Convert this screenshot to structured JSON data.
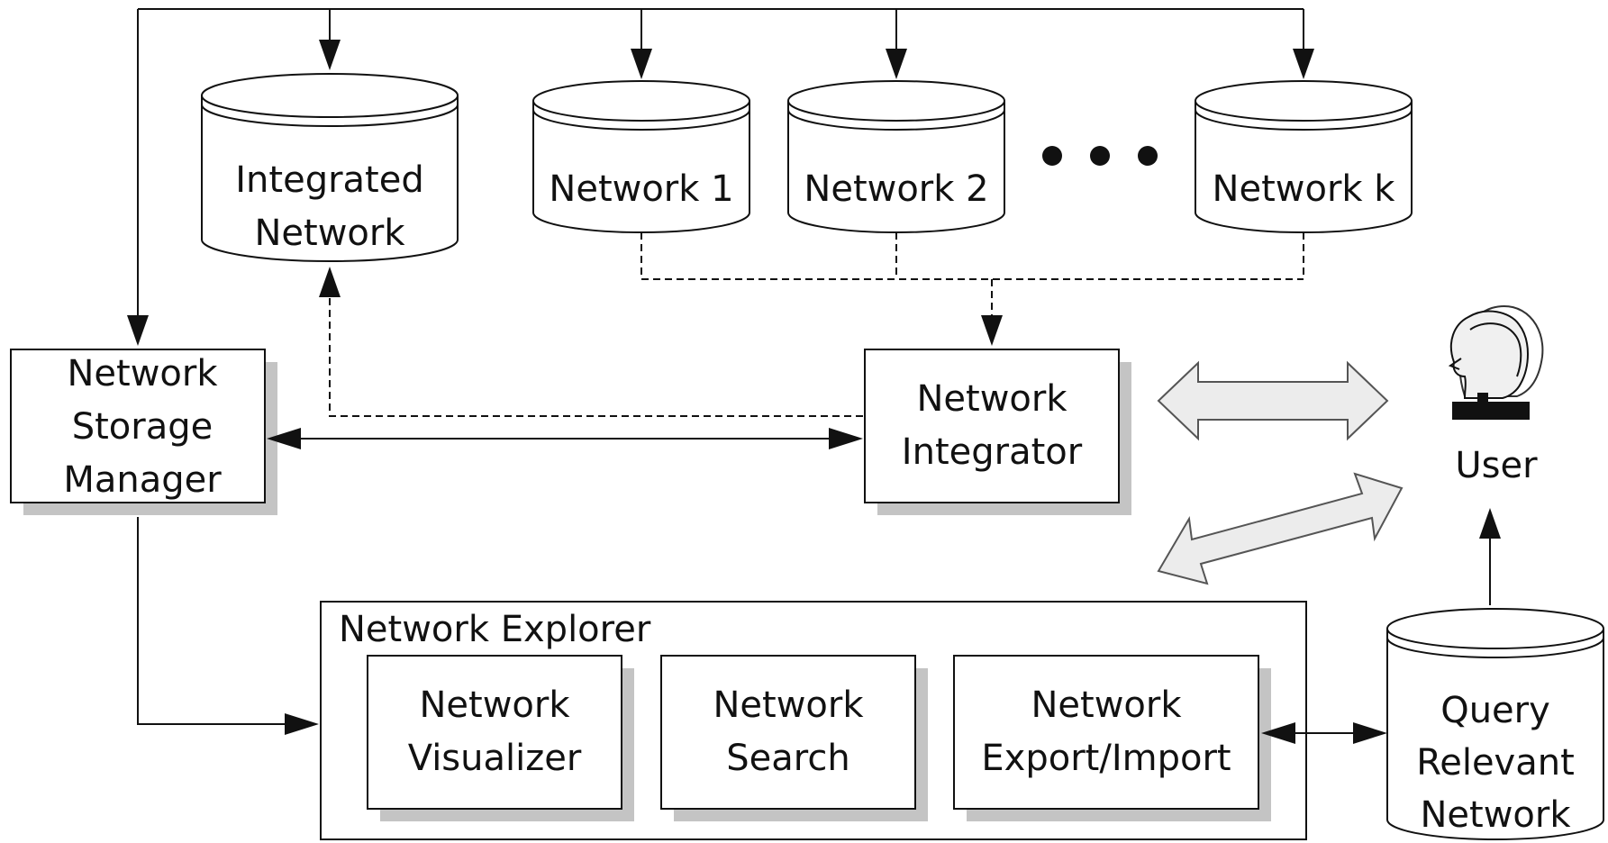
{
  "databases": {
    "integrated": [
      "Integrated",
      "Network"
    ],
    "network1": "Network 1",
    "network2": "Network 2",
    "networkk": "Network k",
    "query_relevant": [
      "Query",
      "Relevant",
      "Network"
    ]
  },
  "components": {
    "storage_manager": [
      "Network",
      "Storage",
      "Manager"
    ],
    "integrator": [
      "Network",
      "Integrator"
    ],
    "explorer_title": "Network Explorer",
    "visualizer": [
      "Network",
      "Visualizer"
    ],
    "search": [
      "Network",
      "Search"
    ],
    "export_import": [
      "Network",
      "Export/Import"
    ]
  },
  "user": {
    "label": "User",
    "icon": "user-head-icon"
  },
  "colors": {
    "line": "#111111",
    "shadow": "#c4c4c4",
    "fat_arrow_fill": "#ececec"
  }
}
